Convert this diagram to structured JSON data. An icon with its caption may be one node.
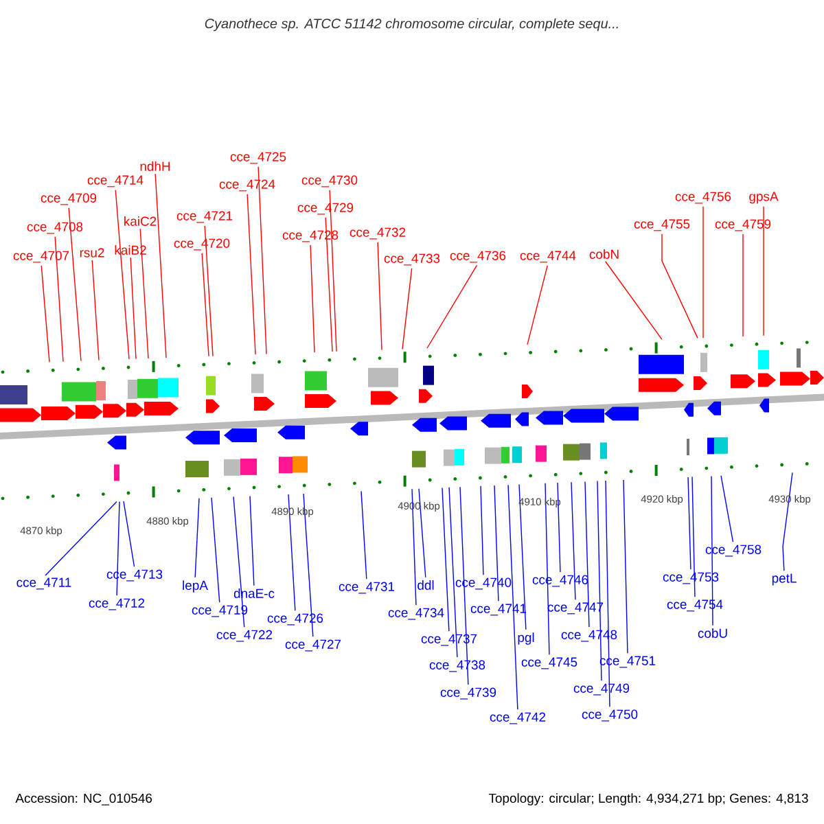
{
  "diagram": {
    "title": "Cyanothece sp. ATCC 51142 chromosome circular, complete sequ...",
    "nodes": [
      {
        "text": [
          "cce_4707"
        ]
      },
      {
        "text": [
          "cce_4708"
        ]
      },
      {
        "text": [
          "cce_4709"
        ]
      },
      {
        "text": [
          "rsu2"
        ]
      },
      {
        "text": [
          "cce_4714"
        ]
      },
      {
        "text": [
          "kaiB2"
        ]
      },
      {
        "text": [
          "kaiC2"
        ]
      },
      {
        "text": [
          "ndhH"
        ]
      },
      {
        "text": [
          "cce_4720"
        ]
      },
      {
        "text": [
          "cce_4721"
        ]
      },
      {
        "text": [
          "cce_4724"
        ]
      },
      {
        "text": [
          "cce_4725"
        ]
      },
      {
        "text": [
          "cce_4728"
        ]
      },
      {
        "text": [
          "cce_4729"
        ]
      },
      {
        "text": [
          "cce_4730"
        ]
      },
      {
        "text": [
          "cce_4732"
        ]
      },
      {
        "text": [
          "cce_4733"
        ]
      },
      {
        "text": [
          "cce_4736"
        ]
      },
      {
        "text": [
          "cce_4744"
        ]
      },
      {
        "text": [
          "cobN"
        ]
      },
      {
        "text": [
          "cce_4755"
        ]
      },
      {
        "text": [
          "cce_4756"
        ]
      },
      {
        "text": [
          "cce_4759"
        ]
      },
      {
        "text": [
          "gpsA"
        ]
      },
      {
        "text": [
          "cce_4711"
        ]
      },
      {
        "text": [
          "cce_4712"
        ]
      },
      {
        "text": [
          "cce_4713"
        ]
      },
      {
        "text": [
          "lepA"
        ]
      },
      {
        "text": [
          "cce_4719"
        ]
      },
      {
        "text": [
          "dnaE-c"
        ]
      },
      {
        "text": [
          "cce_4722"
        ]
      },
      {
        "text": [
          "cce_4726"
        ]
      },
      {
        "text": [
          "cce_4727"
        ]
      },
      {
        "text": [
          "cce_4731"
        ]
      },
      {
        "text": [
          "ddl"
        ]
      },
      {
        "text": [
          "cce_4734"
        ]
      },
      {
        "text": [
          "cce_4737"
        ]
      },
      {
        "text": [
          "cce_4738"
        ]
      },
      {
        "text": [
          "cce_4739"
        ]
      },
      {
        "text": [
          "cce_4740"
        ]
      },
      {
        "text": [
          "cce_4741"
        ]
      },
      {
        "text": [
          "pgl"
        ]
      },
      {
        "text": [
          "cce_4742"
        ]
      },
      {
        "text": [
          "cce_4745"
        ]
      },
      {
        "text": [
          "cce_4746"
        ]
      },
      {
        "text": [
          "cce_4747"
        ]
      },
      {
        "text": [
          "cce_4748"
        ]
      },
      {
        "text": [
          "cce_4749"
        ]
      },
      {
        "text": [
          "cce_4750"
        ]
      },
      {
        "text": [
          "cce_4751"
        ]
      },
      {
        "text": [
          "cce_4753"
        ]
      },
      {
        "text": [
          "cce_4754"
        ]
      },
      {
        "text": [
          "cobU"
        ]
      },
      {
        "text": [
          "cce_4758"
        ]
      },
      {
        "text": [
          "petL"
        ]
      }
    ],
    "edges": [
      {
        "from": 0,
        "to": null,
        "arrow": "none",
        "color": "#ff0000"
      },
      {
        "from": 1,
        "to": null,
        "arrow": "none",
        "color": "#ff0000"
      },
      {
        "from": 2,
        "to": null,
        "arrow": "none",
        "color": "#ff0000"
      },
      {
        "from": 3,
        "to": null,
        "arrow": "none",
        "color": "#ff0000"
      },
      {
        "from": 4,
        "to": null,
        "arrow": "none",
        "color": "#ff0000"
      },
      {
        "from": 5,
        "to": null,
        "arrow": "none",
        "color": "#ff0000"
      },
      {
        "from": 6,
        "to": null,
        "arrow": "none",
        "color": "#ff0000"
      },
      {
        "from": 7,
        "to": null,
        "arrow": "none",
        "color": "#ff0000"
      },
      {
        "from": 8,
        "to": null,
        "arrow": "none",
        "color": "#ff0000"
      },
      {
        "from": 9,
        "to": null,
        "arrow": "none",
        "color": "#ff0000"
      },
      {
        "from": 10,
        "to": null,
        "arrow": "none",
        "color": "#ff0000"
      },
      {
        "from": 11,
        "to": null,
        "arrow": "none",
        "color": "#ff0000"
      },
      {
        "from": 12,
        "to": null,
        "arrow": "none",
        "color": "#ff0000"
      },
      {
        "from": 13,
        "to": null,
        "arrow": "none",
        "color": "#ff0000"
      },
      {
        "from": 14,
        "to": null,
        "arrow": "none",
        "color": "#ff0000"
      },
      {
        "from": 15,
        "to": null,
        "arrow": "none",
        "color": "#ff0000"
      },
      {
        "from": 16,
        "to": null,
        "arrow": "none",
        "color": "#ff0000"
      },
      {
        "from": 17,
        "to": null,
        "arrow": "none",
        "color": "#ff0000"
      },
      {
        "from": 18,
        "to": null,
        "arrow": "none",
        "color": "#ff0000"
      },
      {
        "from": 19,
        "to": null,
        "arrow": "none",
        "color": "#ff0000"
      },
      {
        "from": 20,
        "to": null,
        "arrow": "none",
        "color": "#ff0000"
      },
      {
        "from": 21,
        "to": null,
        "arrow": "none",
        "color": "#ff0000"
      },
      {
        "from": 22,
        "to": null,
        "arrow": "none",
        "color": "#ff0000"
      },
      {
        "from": 23,
        "to": null,
        "arrow": "none",
        "color": "#ff0000"
      },
      {
        "from": 24,
        "to": null,
        "arrow": "none"
      },
      {
        "from": 25,
        "to": null,
        "arrow": "none"
      },
      {
        "from": 26,
        "to": null,
        "arrow": "none"
      },
      {
        "from": 27,
        "to": null,
        "arrow": "none"
      },
      {
        "from": 28,
        "to": null,
        "arrow": "none"
      },
      {
        "from": 29,
        "to": null,
        "arrow": "none"
      },
      {
        "from": 30,
        "to": null,
        "arrow": "none"
      },
      {
        "from": 31,
        "to": null,
        "arrow": "none"
      },
      {
        "from": 32,
        "to": null,
        "arrow": "none"
      },
      {
        "from": 33,
        "to": null,
        "arrow": "none"
      },
      {
        "from": 34,
        "to": null,
        "arrow": "none"
      },
      {
        "from": 35,
        "to": null,
        "arrow": "none"
      },
      {
        "from": 36,
        "to": null,
        "arrow": "none"
      },
      {
        "from": 37,
        "to": null,
        "arrow": "none"
      },
      {
        "from": 38,
        "to": null,
        "arrow": "none"
      },
      {
        "from": 39,
        "to": null,
        "arrow": "none"
      },
      {
        "from": 40,
        "to": null,
        "arrow": "none"
      },
      {
        "from": 41,
        "to": null,
        "arrow": "none"
      },
      {
        "from": 42,
        "to": null,
        "arrow": "none"
      },
      {
        "from": 43,
        "to": null,
        "arrow": "none"
      },
      {
        "from": 44,
        "to": null,
        "arrow": "none"
      },
      {
        "from": 45,
        "to": null,
        "arrow": "none"
      },
      {
        "from": 46,
        "to": null,
        "arrow": "none"
      },
      {
        "from": 47,
        "to": null,
        "arrow": "none"
      },
      {
        "from": 48,
        "to": null,
        "arrow": "none"
      },
      {
        "from": 49,
        "to": null,
        "arrow": "none"
      },
      {
        "from": 50,
        "to": null,
        "arrow": "none"
      },
      {
        "from": 51,
        "to": null,
        "arrow": "none"
      },
      {
        "from": 52,
        "to": null,
        "arrow": "none"
      },
      {
        "from": 53,
        "to": null,
        "arrow": "none"
      },
      {
        "from": 54,
        "to": null,
        "arrow": "none"
      }
    ],
    "labels": [
      "4870 kbp",
      "4880 kbp",
      "4890 kbp",
      "4900 kbp",
      "4910 kbp",
      "4920 kbp",
      "4930 kbp",
      "Accession: NC_010546",
      "Topology: circular; Length: 4,934,271 bp; Genes: 4,813"
    ]
  }
}
